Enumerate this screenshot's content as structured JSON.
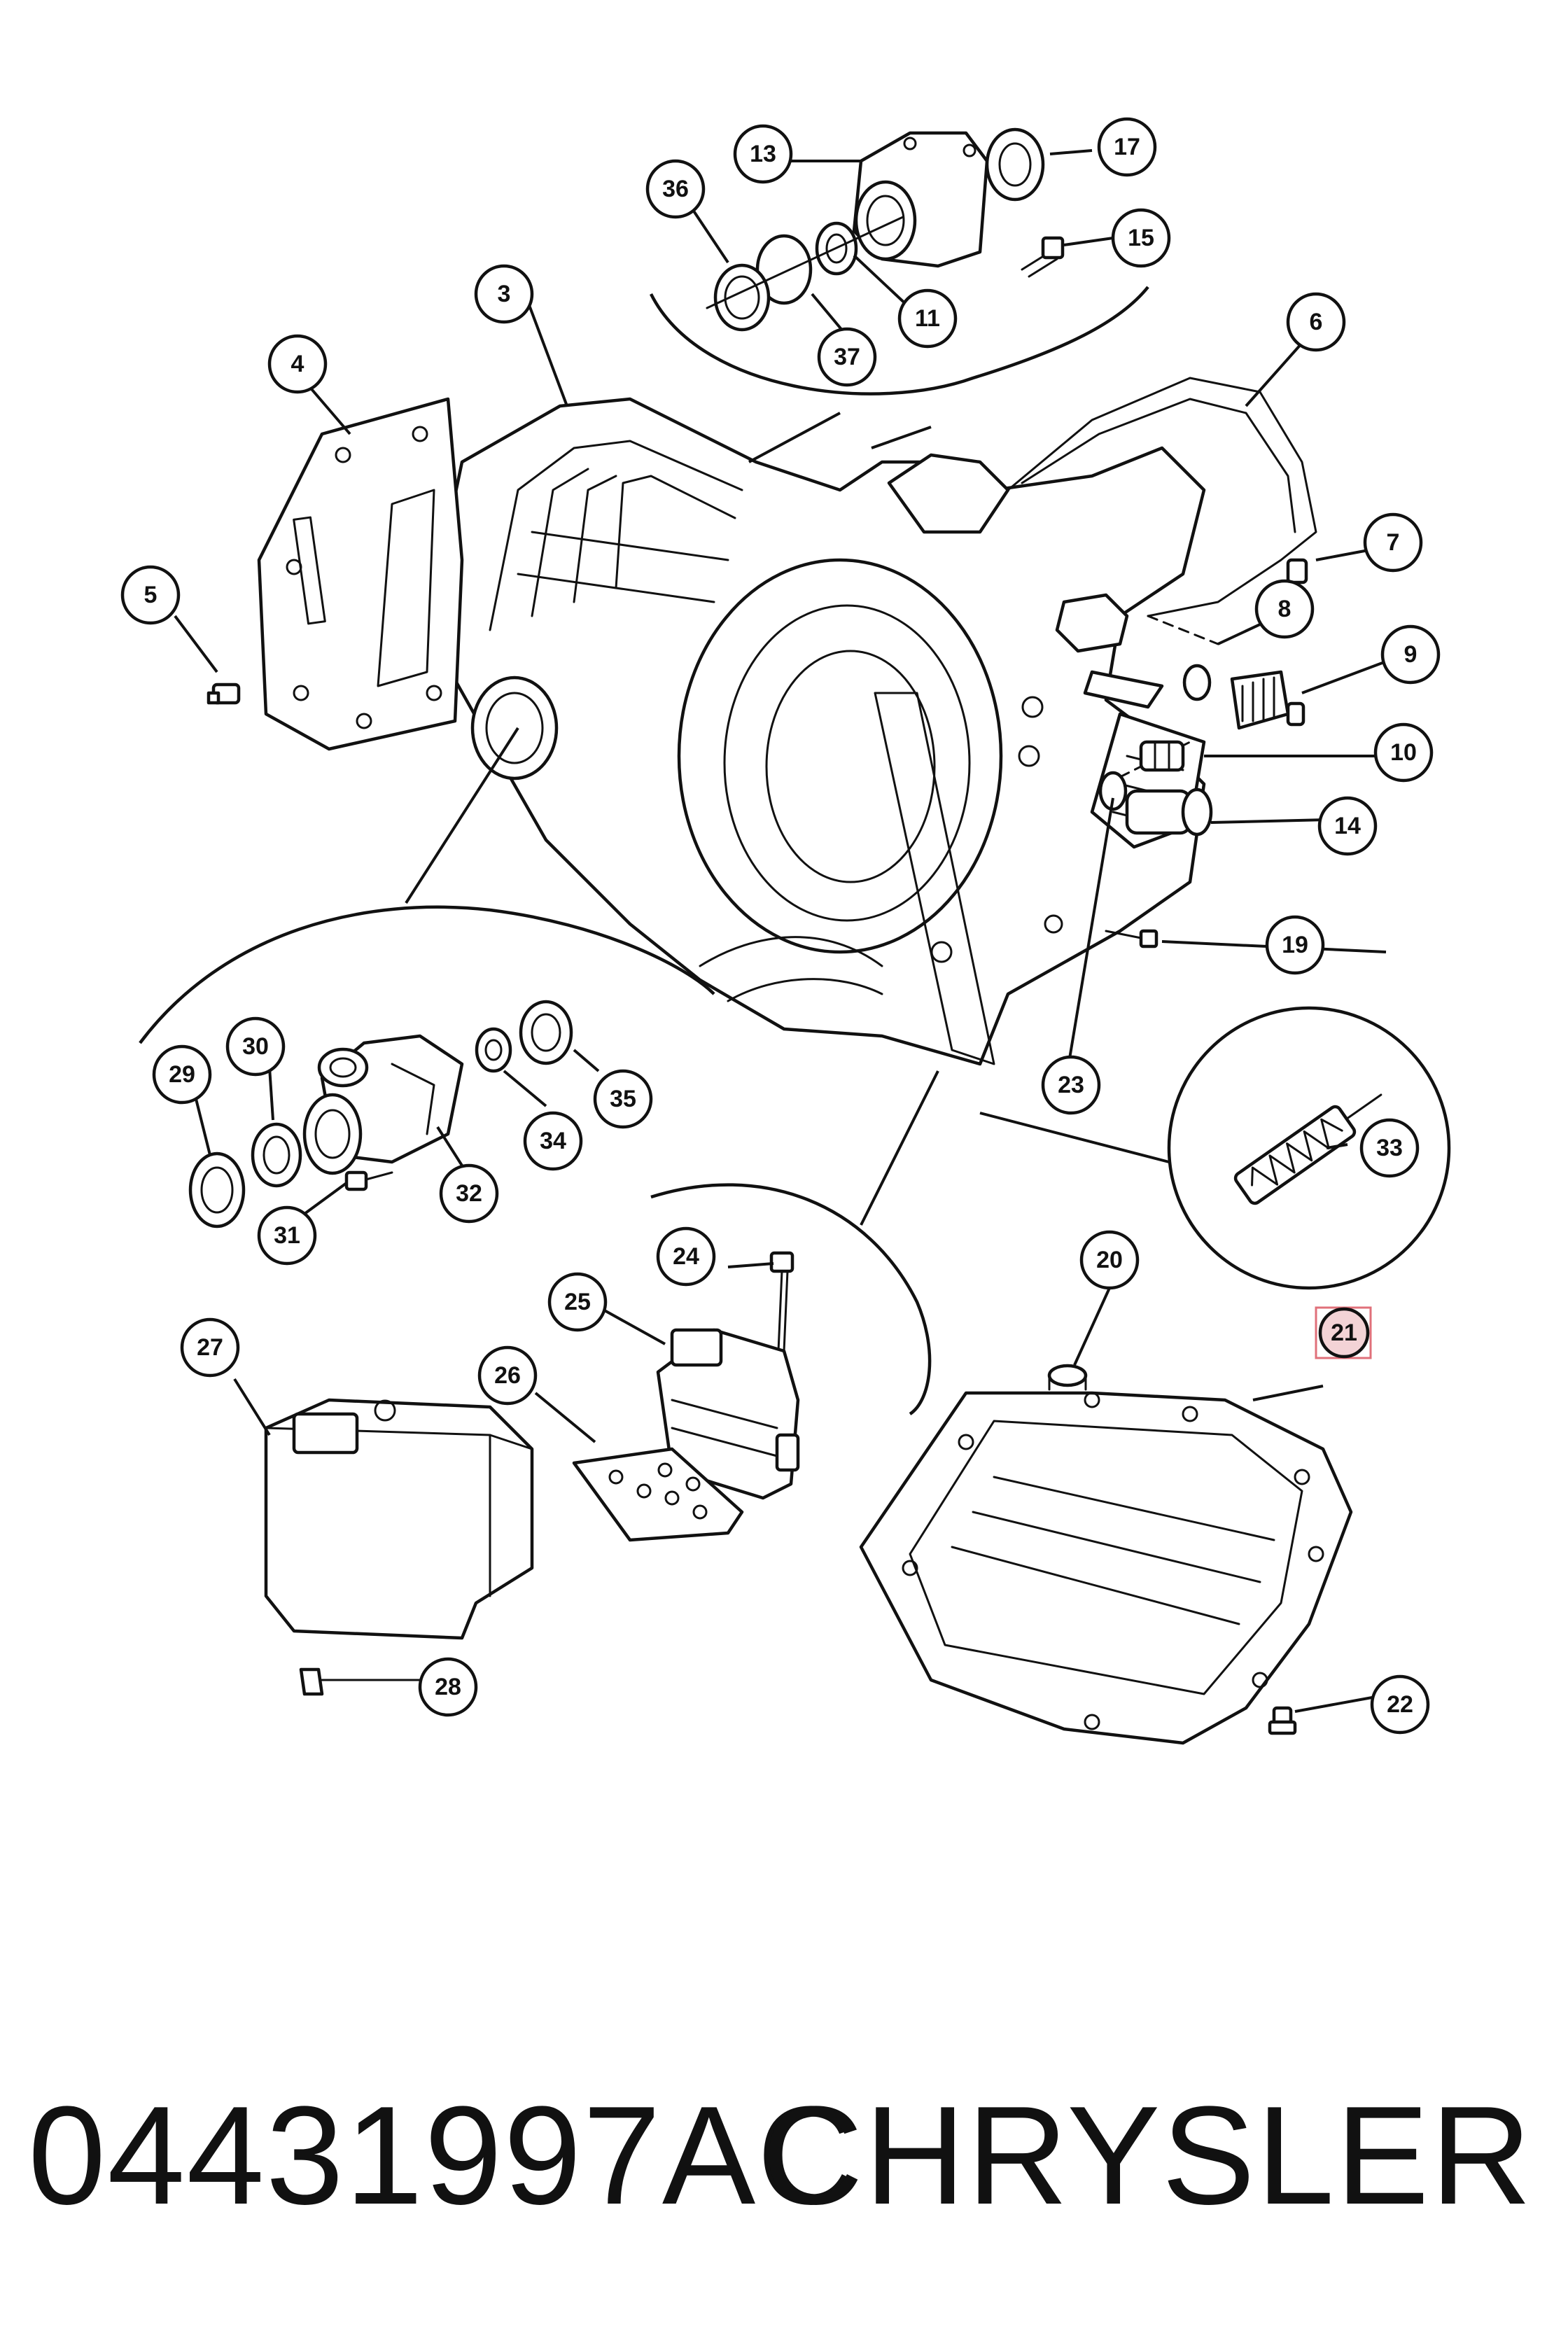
{
  "part_number": "04431997AC",
  "brand": "CHRYSLER",
  "callouts": [
    "3",
    "4",
    "5",
    "6",
    "7",
    "8",
    "9",
    "10",
    "11",
    "13",
    "14",
    "15",
    "17",
    "19",
    "20",
    "21",
    "22",
    "23",
    "24",
    "25",
    "26",
    "27",
    "28",
    "29",
    "30",
    "31",
    "32",
    "33",
    "34",
    "35",
    "36",
    "37"
  ],
  "highlighted_callout": "21",
  "colors": {
    "line": "#111111",
    "background": "#ffffff",
    "highlight_fill": "#f3d3d6",
    "highlight_box": "#e0707a"
  }
}
